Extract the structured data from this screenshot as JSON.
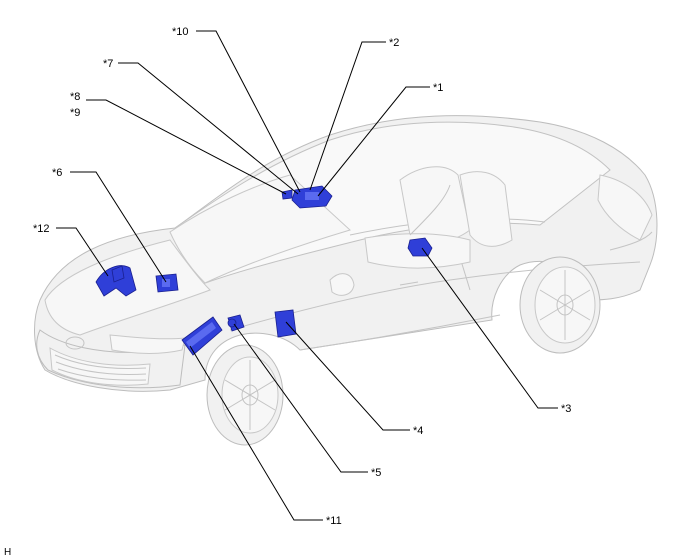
{
  "labels": {
    "l1": "*1",
    "l2": "*2",
    "l3": "*3",
    "l4": "*4",
    "l5": "*5",
    "l6": "*6",
    "l7": "*7",
    "l8": "*8",
    "l9": "*9",
    "l10": "*10",
    "l11": "*11",
    "l12": "*12"
  },
  "corner_mark": "H",
  "colors": {
    "component": "#2f3fd8",
    "car_body": "#f1f1f1",
    "leader": "#000000"
  }
}
